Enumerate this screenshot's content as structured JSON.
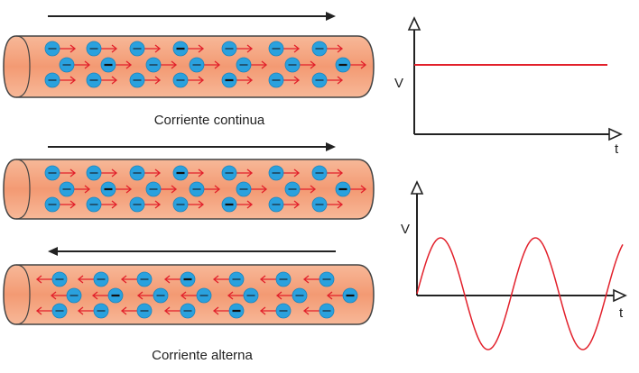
{
  "labels": {
    "dc_caption": "Corriente continua",
    "ac_caption": "Corriente alterna"
  },
  "graphs": {
    "dc": {
      "y_axis": "V",
      "x_axis": "t"
    },
    "ac": {
      "y_axis": "V",
      "x_axis": "t"
    }
  },
  "colors": {
    "wire_fill": "#f5a582",
    "wire_stroke": "#444444",
    "electron": "#2aa1de",
    "drift_arrow": "#e2202b",
    "signal": "#e2202b"
  }
}
